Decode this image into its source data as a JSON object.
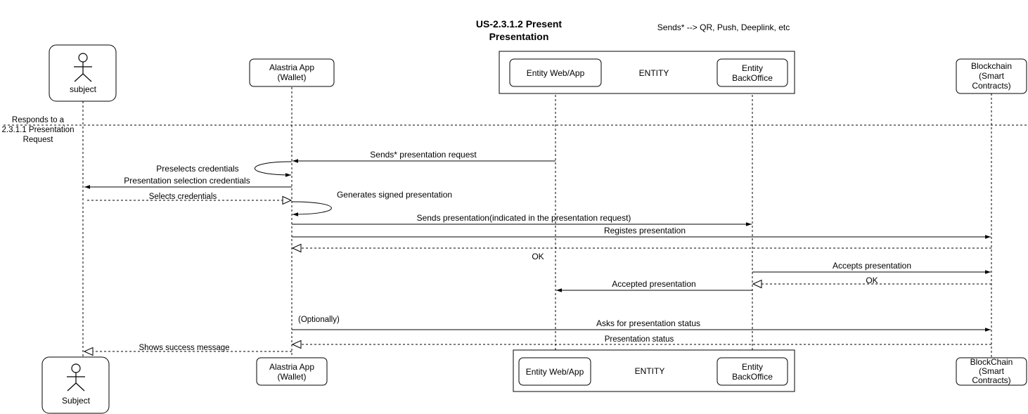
{
  "title": {
    "line1": "US-2.3.1.2 Present",
    "line2": "Presentation"
  },
  "note": "Sends* --> QR, Push, Deeplink, etc",
  "top": {
    "subject": "subject",
    "wallet": {
      "line1": "Alastria App",
      "line2": "(Wallet)"
    },
    "entity_group": "ENTITY",
    "entity_web": "Entity Web/App",
    "entity_backoffice": {
      "line1": "Entity",
      "line2": "BackOffice"
    },
    "blockchain": {
      "line1": "Blockchain",
      "line2": "(Smart",
      "line3": "Contracts)"
    }
  },
  "bottom": {
    "subject": "Subject",
    "wallet": {
      "line1": "Alastria App",
      "line2": "(Wallet)"
    },
    "entity_group": "ENTITY",
    "entity_web": "Entity Web/App",
    "entity_backoffice": {
      "line1": "Entity",
      "line2": "BackOffice"
    },
    "blockchain": {
      "line1": "BlockChain",
      "line2": "(Smart",
      "line3": "Contracts)"
    }
  },
  "fragment": {
    "line1": "Responds to a",
    "line2": "2.3.1.1 Presentation",
    "line3": "Request"
  },
  "messages": {
    "m1": "Sends* presentation request",
    "m2": "Preselects credentials",
    "m3": "Presentation selection credentials",
    "m4": "Selects credentials",
    "m5": "Generates signed presentation",
    "m6": "Sends presentation(indicated in the presentation request)",
    "m7": "Registes presentation",
    "m8": "OK",
    "m9": "Accepts presentation",
    "m10": "OK",
    "m11": "Accepted presentation",
    "m12_note": "(Optionally)",
    "m12": "Asks for presentation status",
    "m13": "Presentation status",
    "m14": "Shows success message"
  }
}
